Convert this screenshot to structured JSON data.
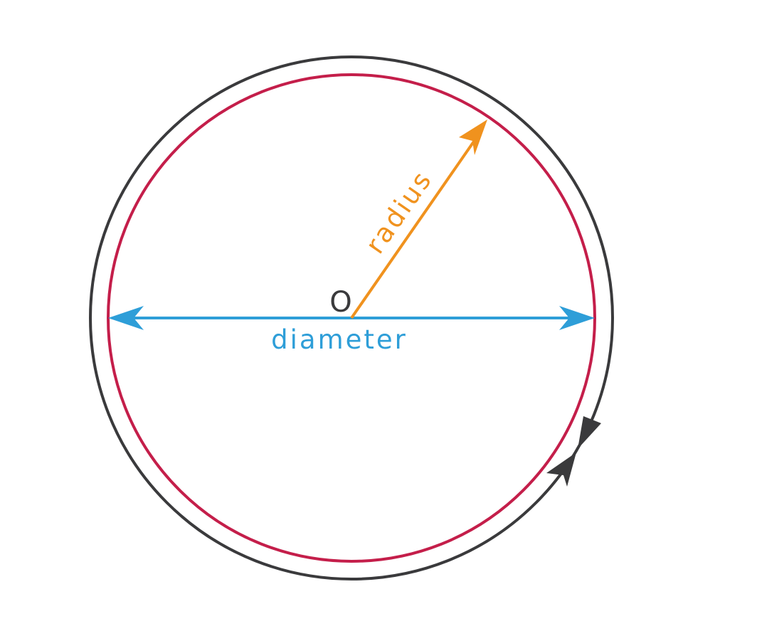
{
  "labels": {
    "center": "O",
    "radius": "radius",
    "diameter": "diameter"
  },
  "colors": {
    "outer_circle": "#3a3a3c",
    "inner_circle": "#c41e4a",
    "radius": "#f0921e",
    "diameter": "#2e9ed8",
    "center_label": "#3a3a3c",
    "background": "#ffffff"
  }
}
